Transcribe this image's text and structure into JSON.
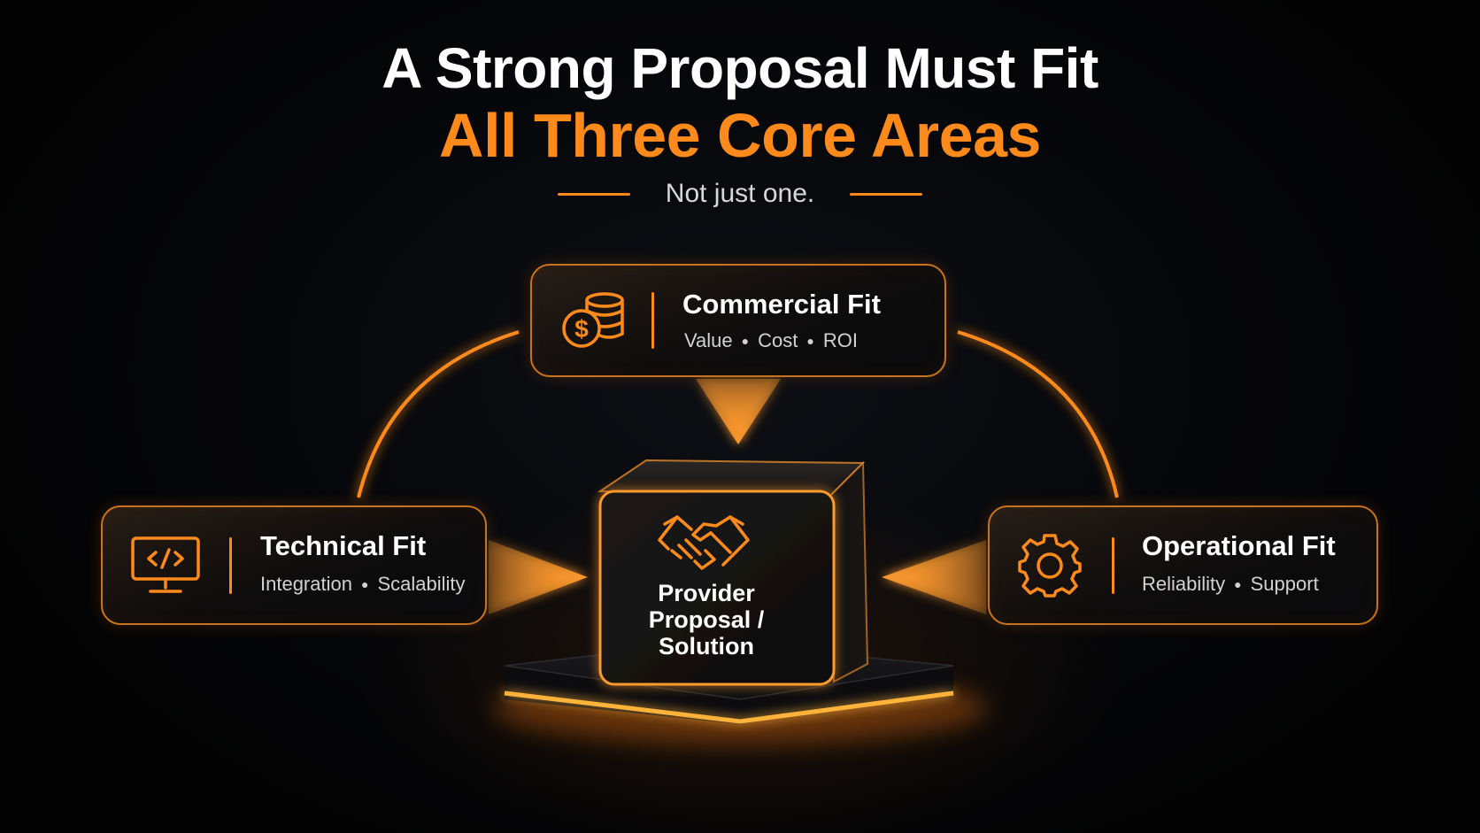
{
  "title": {
    "line1": "A Strong Proposal Must Fit",
    "line2": "All Three Core Areas",
    "subtitle": "Not just one."
  },
  "center": {
    "label_lines": [
      "Provider",
      "Proposal /",
      "Solution"
    ],
    "icon": "handshake-icon"
  },
  "areas": [
    {
      "id": "commercial",
      "title": "Commercial Fit",
      "items": [
        "Value",
        "Cost",
        "ROI"
      ],
      "icon": "coins-dollar-icon"
    },
    {
      "id": "technical",
      "title": "Technical Fit",
      "items": [
        "Integration",
        "Scalability"
      ],
      "icon": "monitor-code-icon"
    },
    {
      "id": "operational",
      "title": "Operational Fit",
      "items": [
        "Reliability",
        "Support"
      ],
      "icon": "gear-icon"
    }
  ],
  "colors": {
    "accent": "#ff8a1c",
    "background": "#050608",
    "text": "#ffffff",
    "muted_text": "#d2d2d2"
  }
}
